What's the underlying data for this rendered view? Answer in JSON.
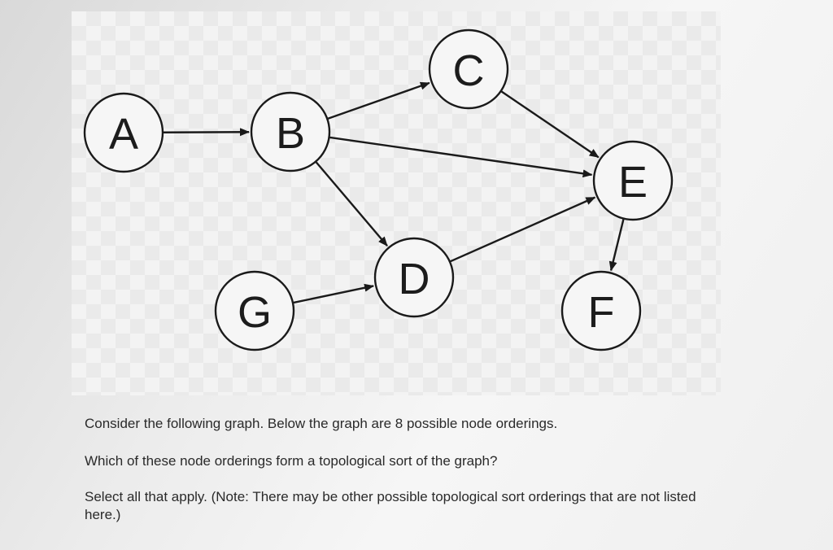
{
  "graph": {
    "nodes": [
      {
        "id": "A",
        "label": "A"
      },
      {
        "id": "B",
        "label": "B"
      },
      {
        "id": "C",
        "label": "C"
      },
      {
        "id": "D",
        "label": "D"
      },
      {
        "id": "E",
        "label": "E"
      },
      {
        "id": "F",
        "label": "F"
      },
      {
        "id": "G",
        "label": "G"
      }
    ],
    "edges": [
      {
        "from": "A",
        "to": "B"
      },
      {
        "from": "B",
        "to": "C"
      },
      {
        "from": "B",
        "to": "E"
      },
      {
        "from": "B",
        "to": "D"
      },
      {
        "from": "C",
        "to": "E"
      },
      {
        "from": "D",
        "to": "E"
      },
      {
        "from": "E",
        "to": "F"
      },
      {
        "from": "G",
        "to": "D"
      }
    ]
  },
  "question": {
    "line1": "Consider the following graph. Below the graph are 8 possible node orderings.",
    "line2": "Which of these node orderings form a topological sort of the graph?",
    "line3": "Select all that apply. (Note:  There may be other possible topological sort orderings that are not listed here.)"
  }
}
